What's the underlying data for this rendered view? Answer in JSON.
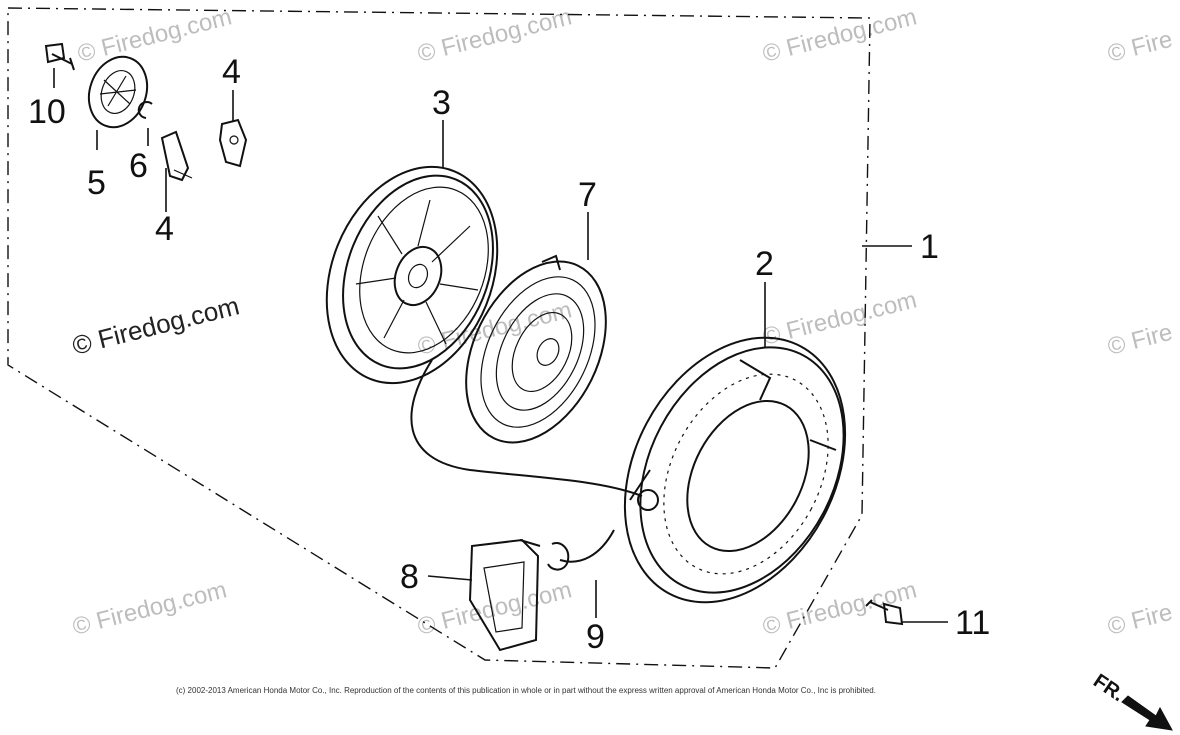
{
  "callouts": {
    "c1": "1",
    "c2": "2",
    "c3": "3",
    "c4a": "4",
    "c4b": "4",
    "c5": "5",
    "c6": "6",
    "c7": "7",
    "c8": "8",
    "c9": "9",
    "c10": "10",
    "c11": "11"
  },
  "watermark": "© Firedog.com",
  "watermark_partial": "© Fire",
  "copyright": "(c) 2002-2013 American Honda Motor Co., Inc. Reproduction of the contents of this publication in whole or in part without the express written approval of American Honda Motor Co., Inc is prohibited.",
  "direction_label": "FR."
}
